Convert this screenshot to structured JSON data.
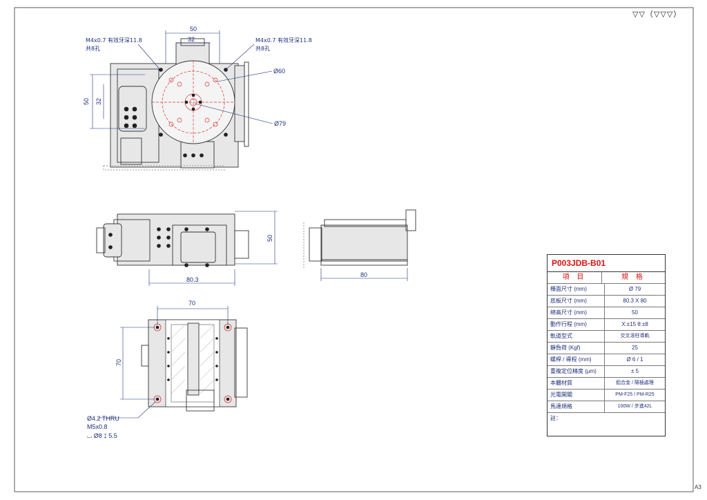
{
  "roughness_symbol": "▽▽（▽▽▽）",
  "sheet_size": "A3",
  "top_view": {
    "dim_width_outer": "50",
    "dim_width_inner": "32",
    "dim_height_outer": "50",
    "dim_height_inner": "32",
    "note_left_line1": "M4x0.7 有效牙深11.8",
    "note_left_line2": "共8孔",
    "note_right_line1": "M4x0.7 有效牙深11.8",
    "note_right_line2": "共8孔",
    "dia_inner": "Ø60",
    "dia_outer": "Ø79"
  },
  "side_view": {
    "dim_length": "80.3",
    "dim_height": "50"
  },
  "end_view": {
    "dim_length": "80"
  },
  "bottom_view": {
    "dim_width": "70",
    "dim_height": "70",
    "hole_line1": "Ø4.2 THRU",
    "hole_line2": "M5x0.8",
    "hole_line3": "⌴ Ø8 ↧ 5.5"
  },
  "spec_table": {
    "model": "P003JDB-B01",
    "header_item": "項 目",
    "header_spec": "規 格",
    "rows": [
      {
        "label": "檯面尺寸 (mm)",
        "value": "Ø 79"
      },
      {
        "label": "底板尺寸 (mm)",
        "value": "80.3 X 80"
      },
      {
        "label": "總高尺寸 (mm)",
        "value": "50"
      },
      {
        "label": "動作行程 (mm)",
        "value": "X:±15   θ:±8"
      },
      {
        "label": "軌道型式",
        "value": "交叉滾柱導軌"
      },
      {
        "label": "靜負荷 (Kgf)",
        "value": "25"
      },
      {
        "label": "螺桿 / 導程 (mm)",
        "value": "Ø 6 / 1"
      },
      {
        "label": "重複定位精度 (μm)",
        "value": "± 5"
      },
      {
        "label": "本體材質",
        "value": "鋁合金 / 陽極處理"
      },
      {
        "label": "光電開關",
        "value": "PM-F25 / PM-R25"
      },
      {
        "label": "馬達規格",
        "value": "100W  / 步進42L"
      }
    ],
    "notes_label": "註："
  }
}
